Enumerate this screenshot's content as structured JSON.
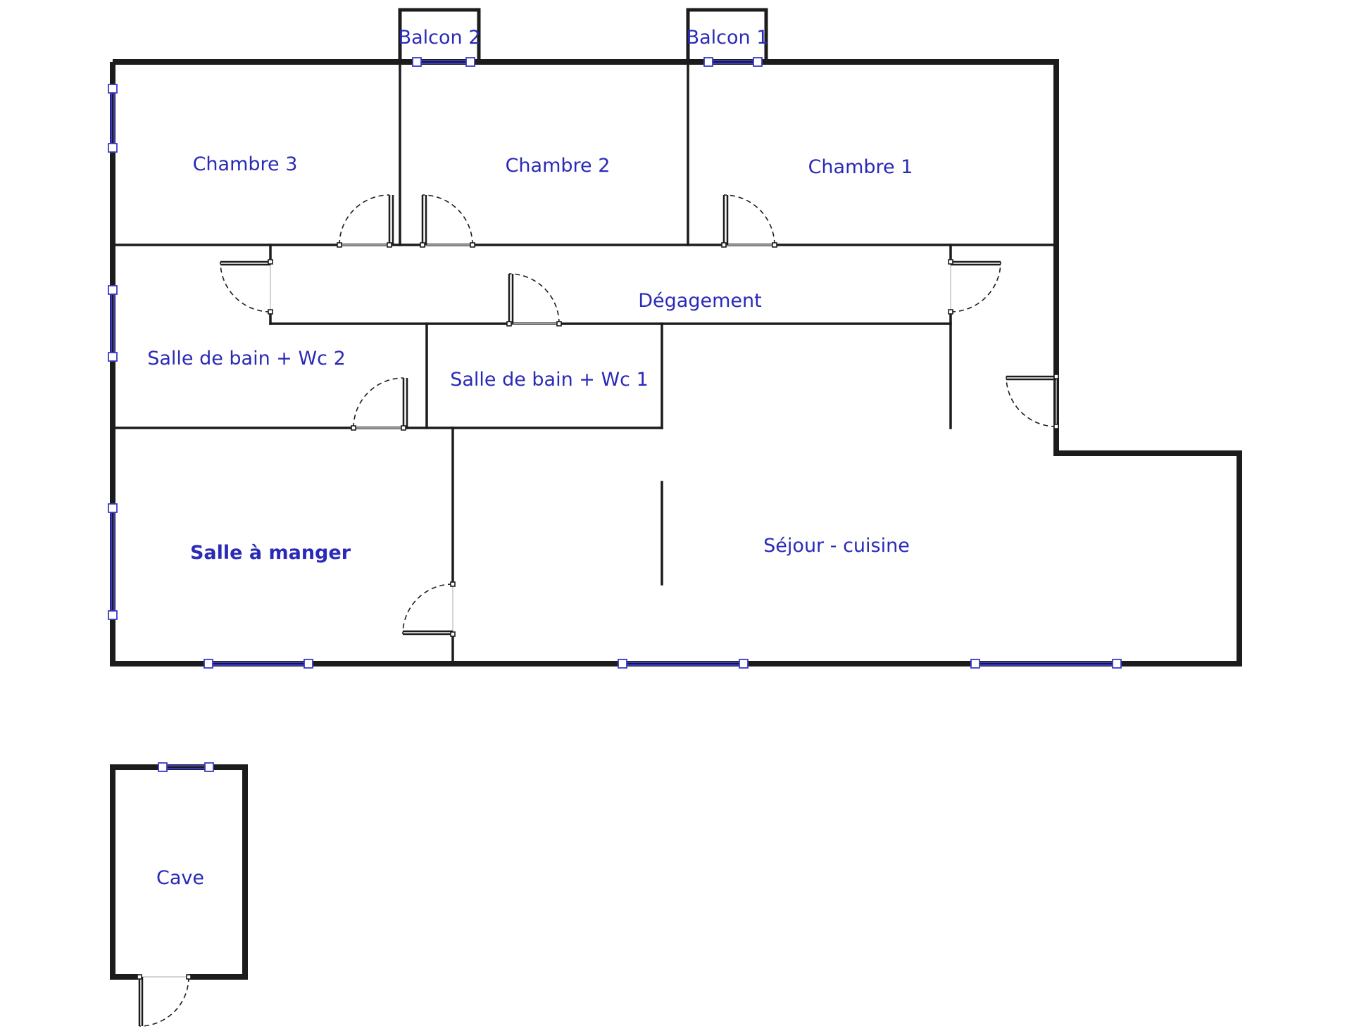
{
  "plan": {
    "label_color": "#2a2ab8",
    "wall_color": "#1c1c1c",
    "window_color": "#3a3ac8",
    "rooms": {
      "balcon_2": "Balcon 2",
      "balcon_1": "Balcon 1",
      "chambre_3": "Chambre 3",
      "chambre_2": "Chambre 2",
      "chambre_1": "Chambre 1",
      "degagement": "Dégagement",
      "sdb_wc_2": "Salle de bain + Wc 2",
      "sdb_wc_1": "Salle de bain + Wc 1",
      "salle_a_manger": "Salle à manger",
      "sejour_cuisine": "Séjour - cuisine",
      "cave": "Cave"
    }
  }
}
